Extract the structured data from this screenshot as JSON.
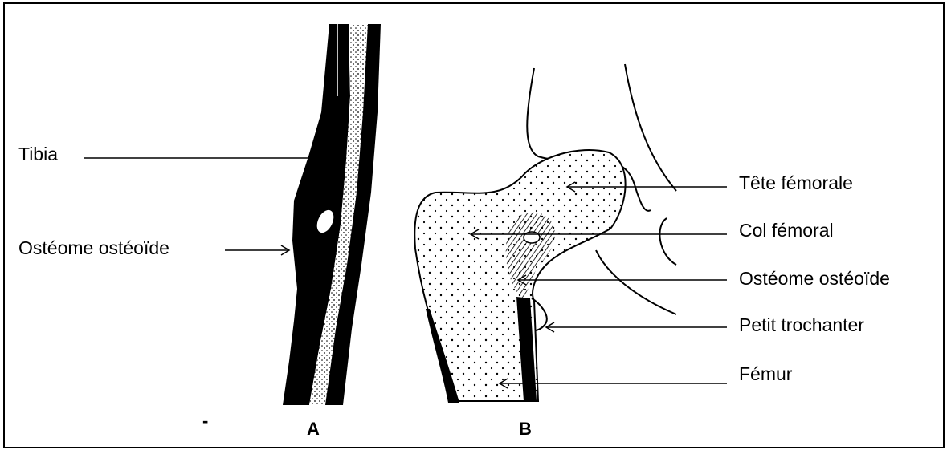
{
  "figure": {
    "panels": [
      {
        "id": "A",
        "letter": "A"
      },
      {
        "id": "B",
        "letter": "B"
      }
    ],
    "labels_a": {
      "tibia": "Tibia",
      "osteoid_osteoma": "Ostéome ostéoïde"
    },
    "labels_b": {
      "femoral_head": "Tête fémorale",
      "femoral_neck": "Col fémoral",
      "osteoid_osteoma": "Ostéome ostéoïde",
      "lesser_trochanter": "Petit trochanter",
      "femur": "Fémur"
    },
    "stray_mark": "-"
  },
  "colors": {
    "ink": "#000000",
    "paper": "#ffffff"
  }
}
